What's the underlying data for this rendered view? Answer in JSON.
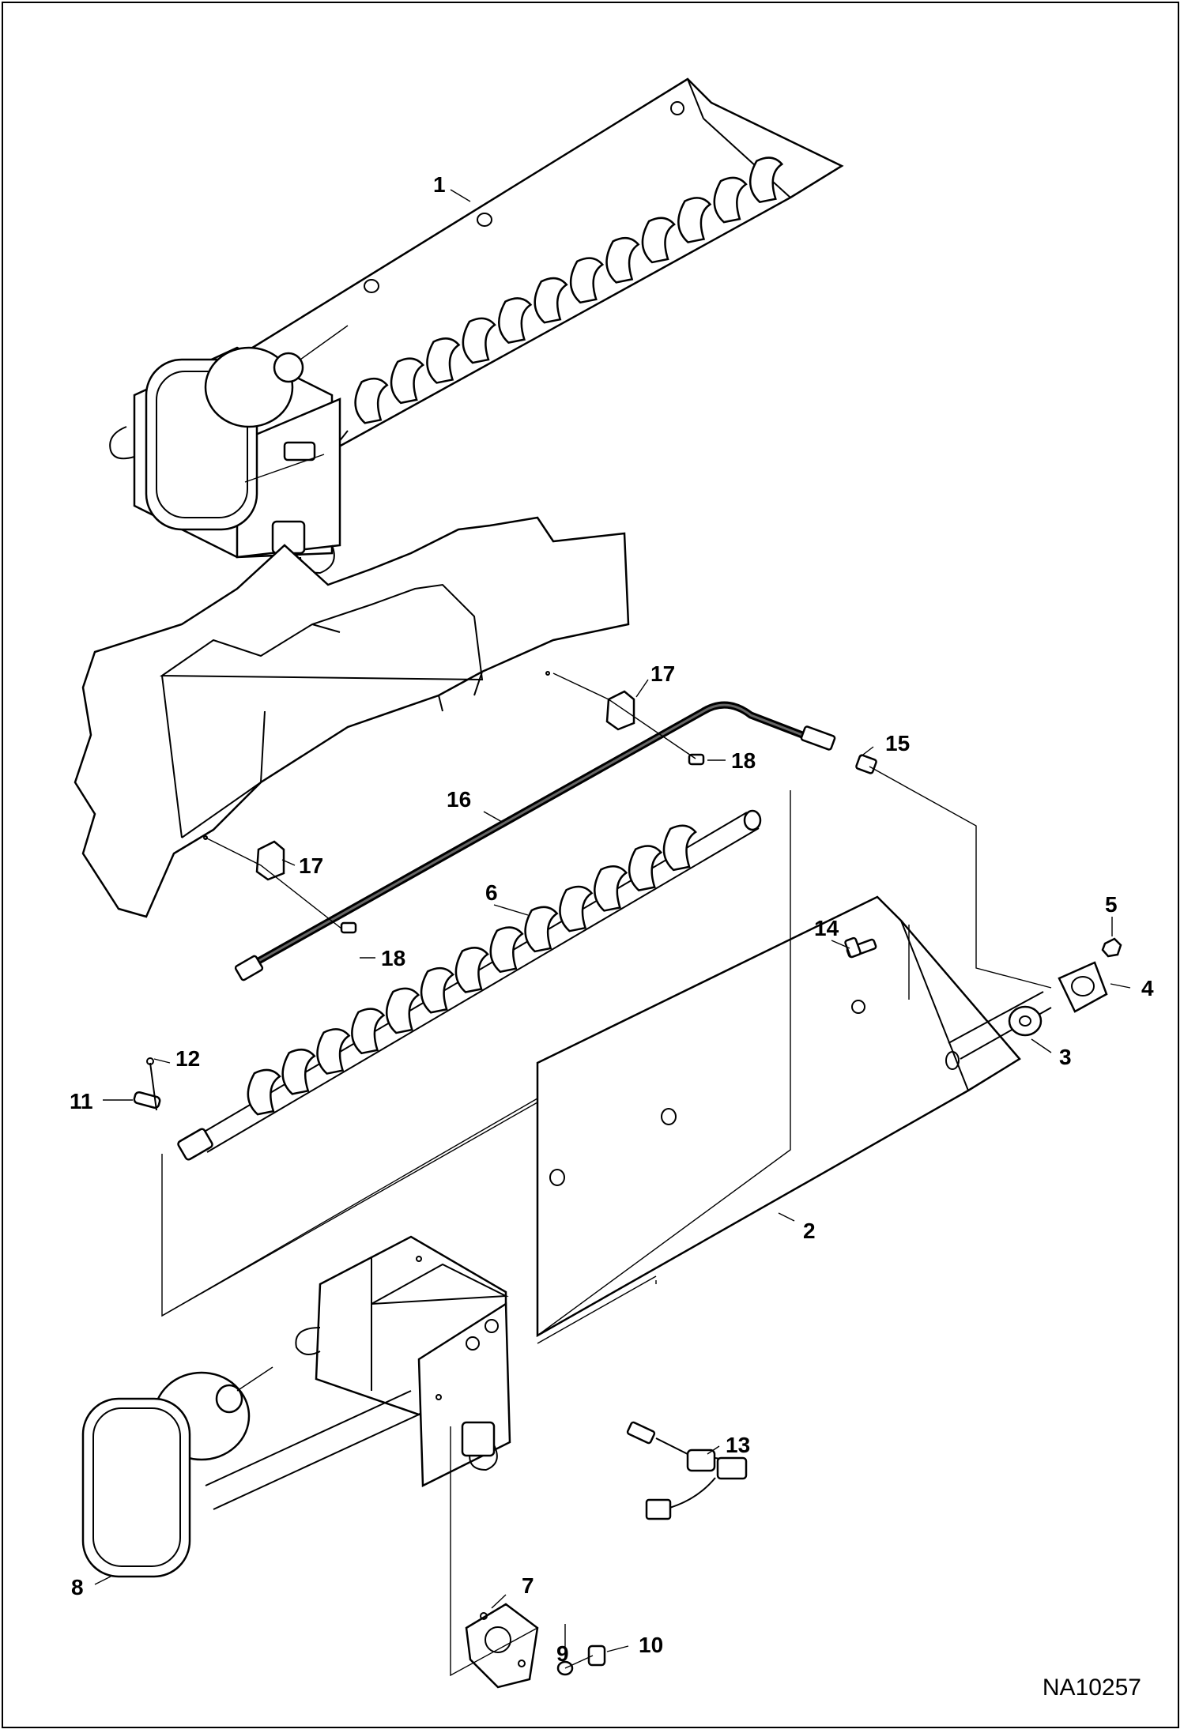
{
  "figure_id": "NA10257",
  "callouts": [
    "1",
    "2",
    "3",
    "4",
    "5",
    "6",
    "7",
    "8",
    "9",
    "10",
    "11",
    "12",
    "13",
    "14",
    "15",
    "16",
    "17",
    "17",
    "18",
    "18"
  ]
}
